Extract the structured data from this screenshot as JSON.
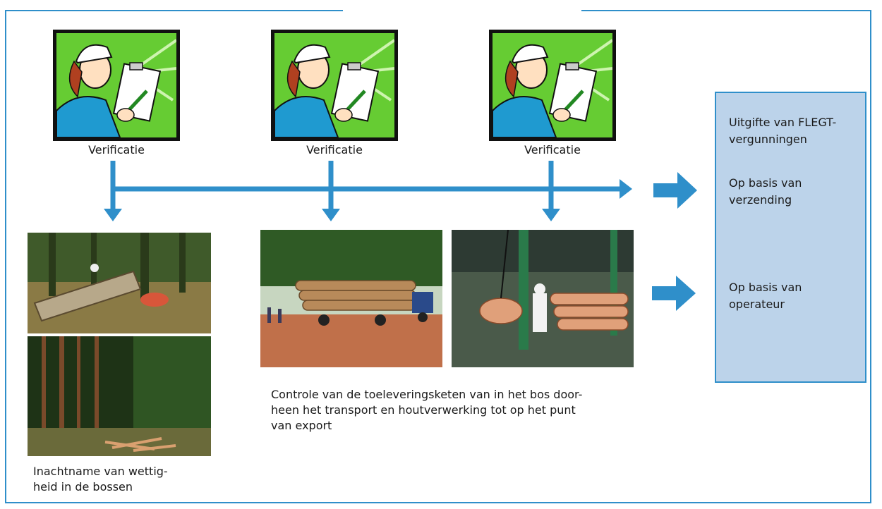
{
  "title": "",
  "verification_label": "Verificatie",
  "steps": [
    {
      "caption": "Verificatie"
    },
    {
      "caption": "Verificatie"
    },
    {
      "caption": "Verificatie"
    }
  ],
  "forest_caption": [
    "Inachtname van wettig-",
    "heid in de bossen"
  ],
  "supply_chain_caption": [
    "Controle van de toeleveringsketen van in het bos door-",
    "heen het transport en houtverwerking tot op het punt",
    "van export"
  ],
  "outcome": {
    "heading": [
      "Uitgifte van FLEGT-",
      "vergunningen"
    ],
    "shipment": [
      "Op basis van",
      "verzending"
    ],
    "operator": [
      "Op basis van",
      "operateur"
    ]
  },
  "colors": {
    "accent": "#2f8fca",
    "outcome_fill": "#bcd3ea",
    "inspector_bg": "#66cc33"
  },
  "icons": [
    "inspector-illustration",
    "arrow-right-icon",
    "arrow-down-icon"
  ]
}
